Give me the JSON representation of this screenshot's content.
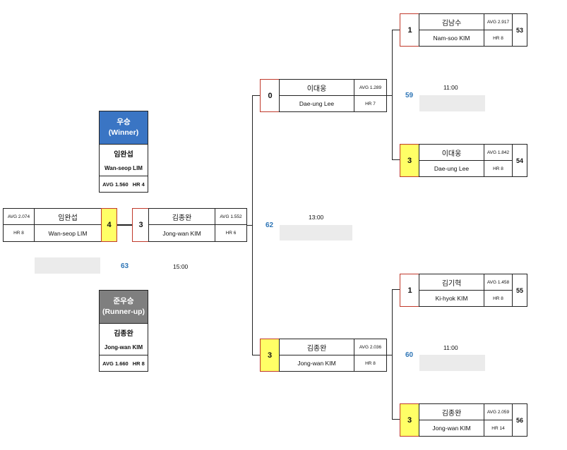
{
  "winner": {
    "header": "우승\n(Winner)",
    "header_color": "#3a75c4",
    "name_ko": "임완섭",
    "name_en": "Wan-seop LIM",
    "avg": "AVG 1.560",
    "hr": "HR 4"
  },
  "runner_up": {
    "header": "준우승\n(Runner-up)",
    "header_color": "#7f7f7f",
    "name_ko": "김종완",
    "name_en": "Jong-wan KIM",
    "avg": "AVG 1.660",
    "hr": "HR 8"
  },
  "final": {
    "game": "63",
    "time": "15:00",
    "left": {
      "name_ko": "임완섭",
      "name_en": "Wan-seop LIM",
      "avg": "AVG 2.074",
      "hr": "HR 8",
      "score": "4"
    },
    "right": {
      "name_ko": "김종완",
      "name_en": "Jong-wan KIM",
      "avg": "AVG 1.552",
      "hr": "HR 6",
      "score": "3"
    }
  },
  "semi": {
    "game": "62",
    "time": "13:00",
    "top": {
      "score": "0",
      "name_ko": "이대웅",
      "name_en": "Dae-ung Lee",
      "avg": "AVG 1.289",
      "hr": "HR 7"
    },
    "bottom": {
      "score": "3",
      "name_ko": "김종완",
      "name_en": "Jong-wan KIM",
      "avg": "AVG 2.036",
      "hr": "HR 8"
    }
  },
  "qf_top": {
    "game": "59",
    "time": "11:00",
    "a": {
      "score": "1",
      "name_ko": "김남수",
      "name_en": "Nam-soo KIM",
      "avg": "AVG 2.917",
      "hr": "HR 8",
      "seed": "53"
    },
    "b": {
      "score": "3",
      "name_ko": "이대웅",
      "name_en": "Dae-ung Lee",
      "avg": "AVG 1.842",
      "hr": "HR 8",
      "seed": "54"
    }
  },
  "qf_bottom": {
    "game": "60",
    "time": "11:00",
    "a": {
      "score": "1",
      "name_ko": "김기혁",
      "name_en": "Ki-hyok KIM",
      "avg": "AVG 1.458",
      "hr": "HR 8",
      "seed": "55"
    },
    "b": {
      "score": "3",
      "name_ko": "김종완",
      "name_en": "Jong-wan KIM",
      "avg": "AVG 2.059",
      "hr": "HR 14",
      "seed": "56"
    }
  }
}
